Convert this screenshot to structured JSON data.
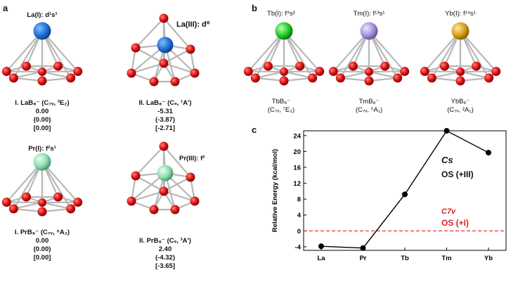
{
  "panels": {
    "a": "a",
    "b": "b",
    "c": "c"
  },
  "clusters": [
    {
      "id": "la_c7v",
      "top_label": "La(I): d¹s¹",
      "side_label": "",
      "caption": "I. LaB₈⁻ (C₇ᵥ, ³E₂)",
      "values": [
        "0.00",
        "(0.00)",
        "[0.00]"
      ],
      "metal_color": "#1f6fd6"
    },
    {
      "id": "la_cs",
      "top_label": "",
      "side_label": "La(III): d⁰",
      "caption": "II. LaB₈⁻ (Cₛ, ¹A′)",
      "values": [
        "-5.31",
        "(-3.87)",
        "[-2.71]"
      ],
      "metal_color": "#1f6fd6"
    },
    {
      "id": "pr_c7v",
      "top_label": "Pr(I): f²s¹",
      "side_label": "",
      "caption": "I. PrB₈⁻ (C₇ᵥ, ⁵A₂)",
      "values": [
        "0.00",
        "(0.00)",
        "[0.00]"
      ],
      "metal_color": "#8fdcb0"
    },
    {
      "id": "pr_cs",
      "top_label": "",
      "side_label": "Pr(III): f²",
      "caption": "II. PrB₈⁻ (Cₛ, ³A′)",
      "values": [
        "2.40",
        "(-4.32)",
        "[-3.65]"
      ],
      "metal_color": "#8fdcb0"
    },
    {
      "id": "tb",
      "top_label": "Tb(I): f⁹s²",
      "side_label": "",
      "caption": "TbB₈⁻",
      "caption2": "(C₇ᵥ, ⁷E₂)",
      "values": [],
      "metal_color": "#22cc22"
    },
    {
      "id": "tm",
      "top_label": "Tm(I): f¹³s¹",
      "side_label": "",
      "caption": "TmB₈⁻",
      "caption2": "(C₇ᵥ, ⁵A₁)",
      "values": [],
      "metal_color": "#a58fdc"
    },
    {
      "id": "yb",
      "top_label": "Yb(I): f¹⁴s¹",
      "side_label": "",
      "caption": "YbB₈⁻",
      "caption2": "(C₇ᵥ, ²A₁)",
      "values": [],
      "metal_color": "#d4a017"
    }
  ],
  "chart_data": {
    "type": "line",
    "categories": [
      "La",
      "Pr",
      "Tb",
      "Tm",
      "Yb"
    ],
    "series": [
      {
        "values": [
          -3.87,
          -4.32,
          9.2,
          25.2,
          19.7
        ],
        "color": "#000000"
      }
    ],
    "ylabel": "Relative Energy (kcal/mol)",
    "ylim": [
      -4,
      24
    ],
    "yticks": [
      -4,
      0,
      4,
      8,
      12,
      16,
      20,
      24
    ],
    "reference_line": {
      "y": 0,
      "color": "#dd2222",
      "style": "dashed"
    },
    "annotations": [
      {
        "text": "Cs",
        "color": "#111111",
        "style": "italic"
      },
      {
        "text": "OS (+III)",
        "color": "#111111"
      },
      {
        "text": "C7v",
        "color": "#dd2222"
      },
      {
        "text": "OS (+I)",
        "color": "#dd2222"
      }
    ]
  }
}
